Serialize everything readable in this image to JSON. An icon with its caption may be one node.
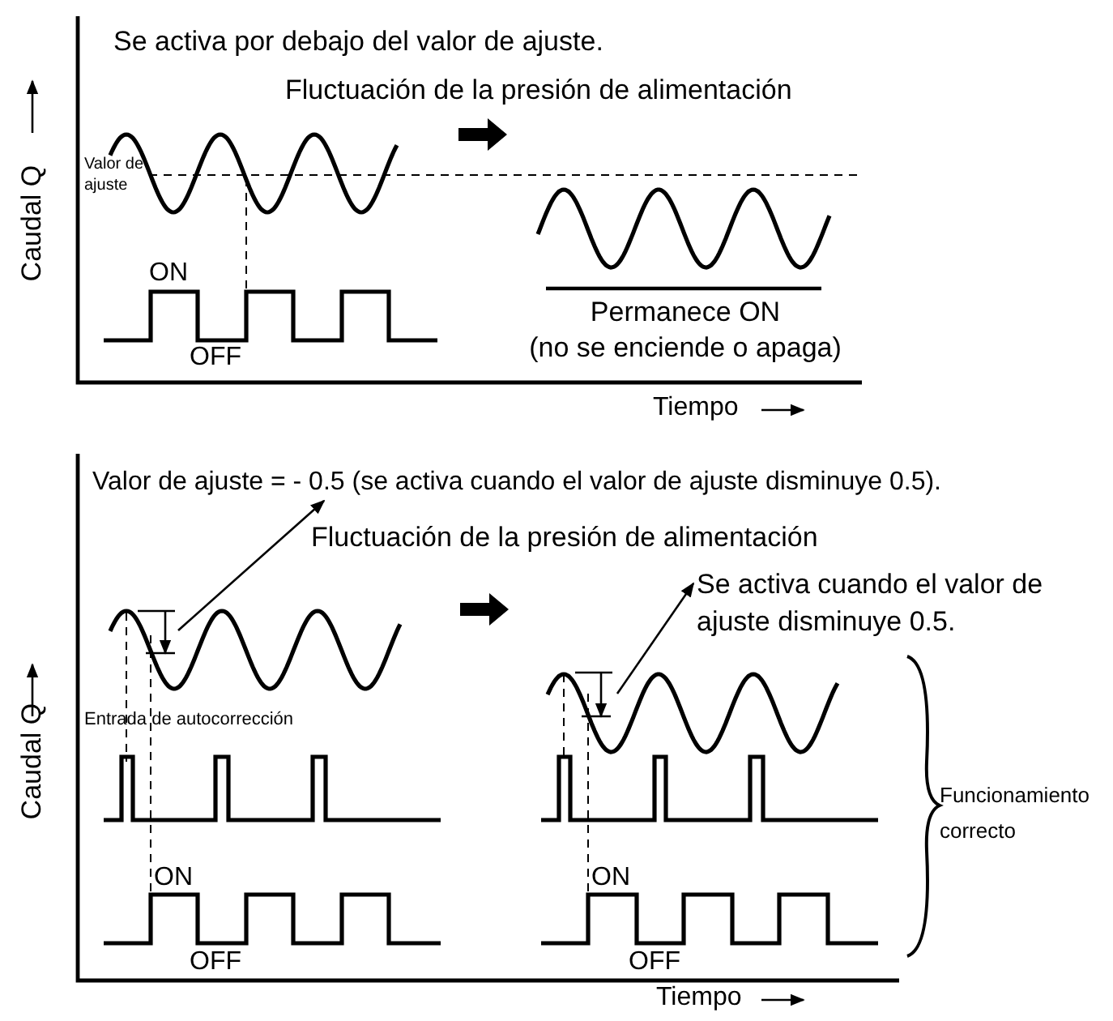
{
  "diagram": {
    "nodes": [
      {
        "text": [
          "Valor de ajuste = - 0.5 (se activa cuando el valor de ajuste disminuye 0.5)."
        ]
      },
      {
        "text": [
          "Se activa cuando el valor de ajuste disminuye 0.5."
        ]
      }
    ],
    "edges": [
      {
        "from": null,
        "to": 0,
        "arrow": "to"
      },
      {
        "from": null,
        "to": 1,
        "arrow": "to"
      }
    ],
    "labels": [
      "Se activa por debajo del valor de ajuste.",
      "Fluctuación de la presión de alimentación",
      "Caudal Q",
      "Valor de ajuste",
      "ON",
      "OFF",
      "Permanece ON",
      "(no se enciende o apaga)",
      "Tiempo",
      "Fluctuación de la presión de alimentación",
      "Caudal Q",
      "Entrada de autocorrección",
      "ON",
      "OFF",
      "ON",
      "OFF",
      "Funcionamiento correcto",
      "Tiempo"
    ]
  }
}
